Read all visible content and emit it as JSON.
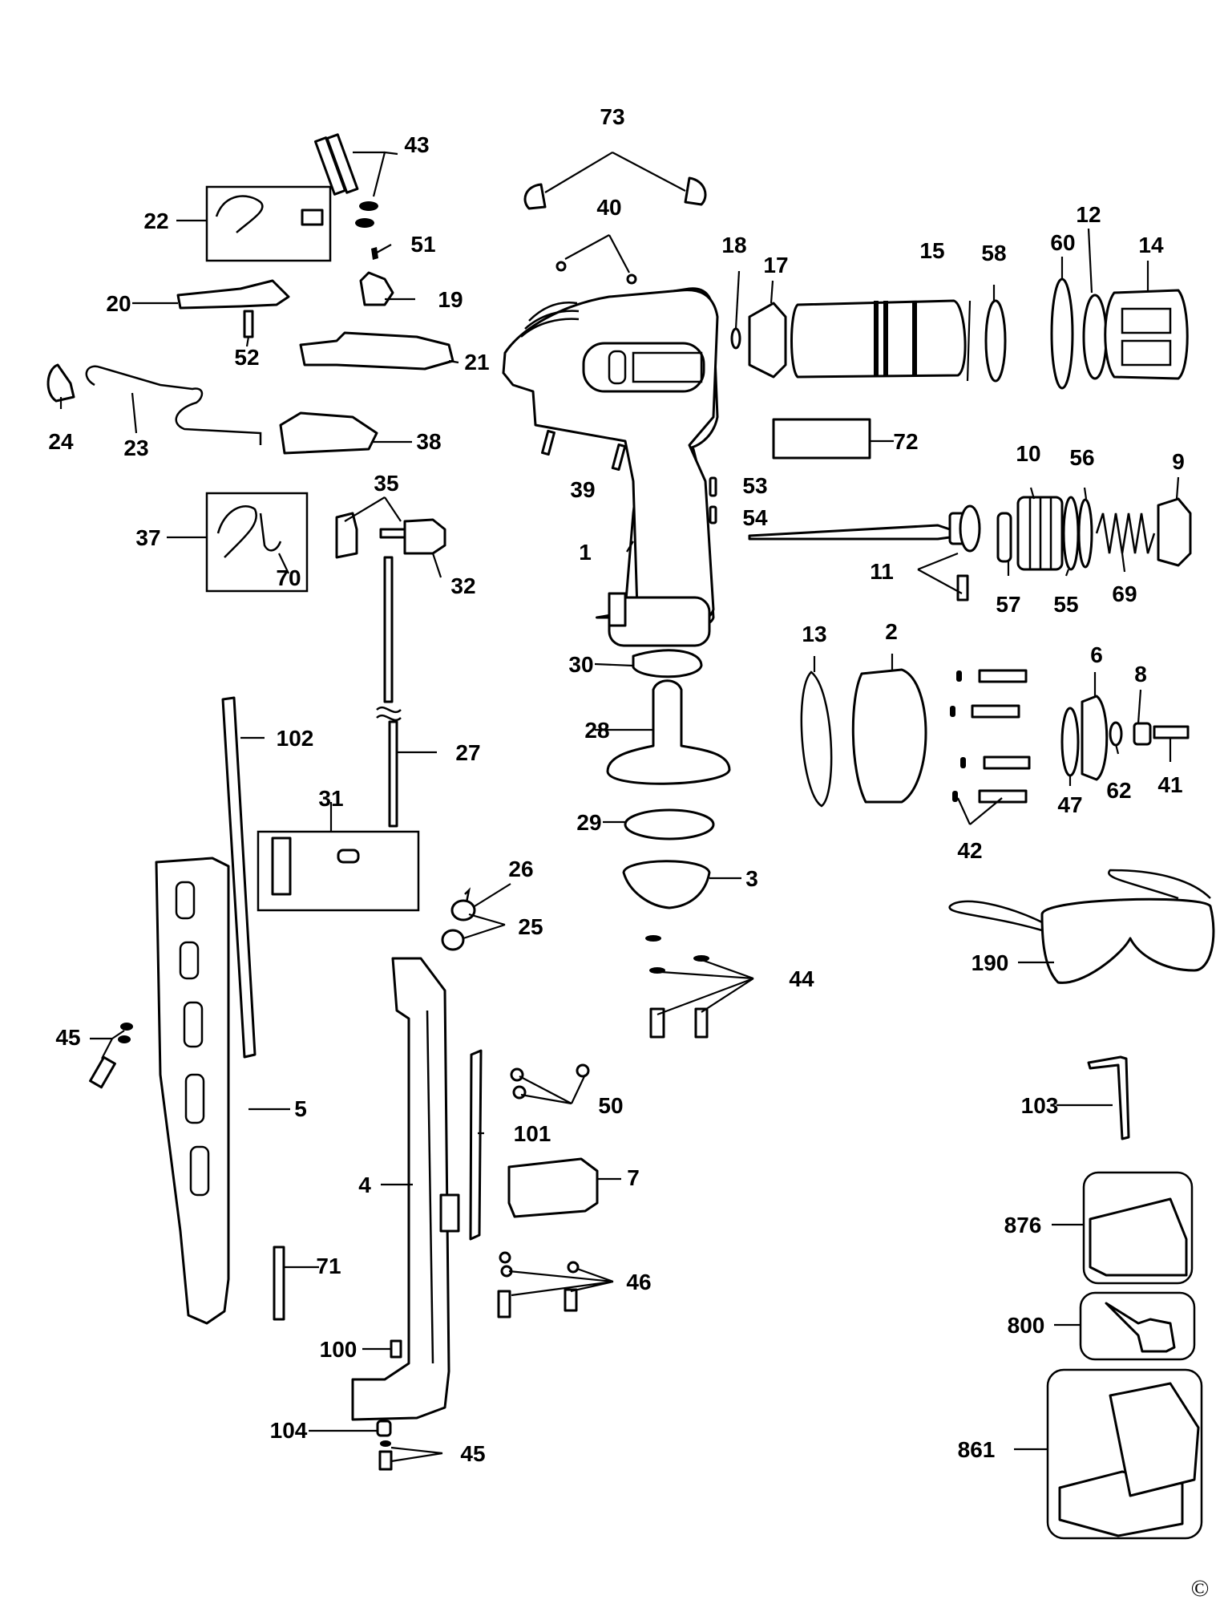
{
  "diagram": {
    "copyright_symbol": "©",
    "part_labels": {
      "p1": "1",
      "p2": "2",
      "p3": "3",
      "p4": "4",
      "p5": "5",
      "p6": "6",
      "p7": "7",
      "p8": "8",
      "p9": "9",
      "p10": "10",
      "p11": "11",
      "p12": "12",
      "p13": "13",
      "p14": "14",
      "p15": "15",
      "p17": "17",
      "p18": "18",
      "p19": "19",
      "p20": "20",
      "p21": "21",
      "p22": "22",
      "p23": "23",
      "p24": "24",
      "p25": "25",
      "p26": "26",
      "p27": "27",
      "p28": "28",
      "p29": "29",
      "p30": "30",
      "p31": "31",
      "p32": "32",
      "p35": "35",
      "p37": "37",
      "p38": "38",
      "p39": "39",
      "p40": "40",
      "p41": "41",
      "p42": "42",
      "p43": "43",
      "p44": "44",
      "p45a": "45",
      "p45b": "45",
      "p46": "46",
      "p47": "47",
      "p50": "50",
      "p51": "51",
      "p52": "52",
      "p53": "53",
      "p54": "54",
      "p55": "55",
      "p56": "56",
      "p57": "57",
      "p58": "58",
      "p60": "60",
      "p62": "62",
      "p69": "69",
      "p70": "70",
      "p71": "71",
      "p72": "72",
      "p73": "73",
      "p100": "100",
      "p101": "101",
      "p102": "102",
      "p103": "103",
      "p104": "104",
      "p190": "190",
      "p800": "800",
      "p861": "861",
      "p876": "876"
    }
  }
}
